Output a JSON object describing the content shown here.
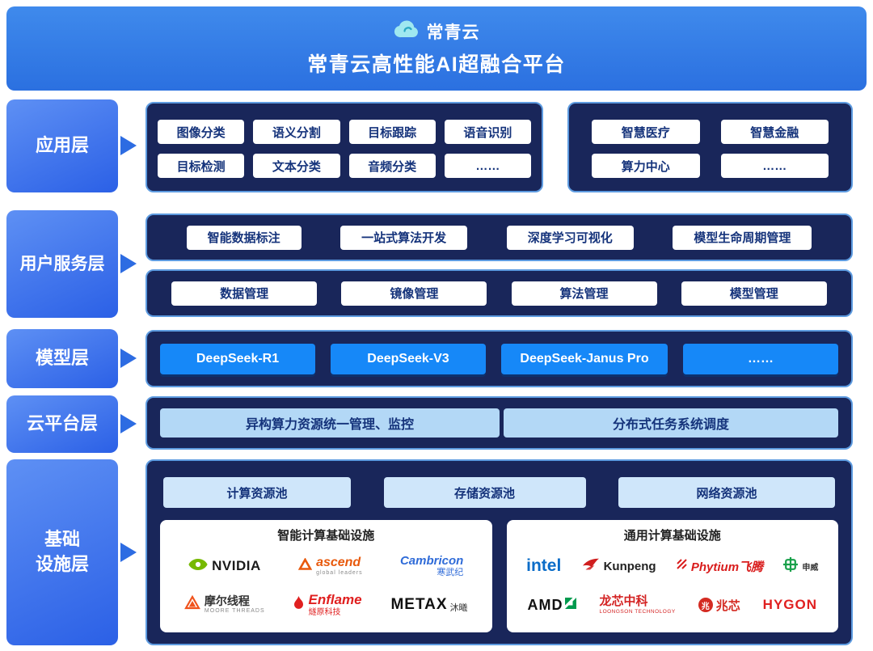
{
  "header": {
    "logo_text": "常青云",
    "title": "常青云高性能AI超融合平台"
  },
  "app_layer": {
    "label": "应用层",
    "left": {
      "rows": [
        [
          "图像分类",
          "语义分割",
          "目标跟踪",
          "语音识别"
        ],
        [
          "目标检测",
          "文本分类",
          "音频分类",
          "……"
        ]
      ]
    },
    "right": {
      "rows": [
        [
          "智慧医疗",
          "智慧金融"
        ],
        [
          "算力中心",
          "……"
        ]
      ]
    }
  },
  "user_layer": {
    "label": "用户服务层",
    "row1": [
      "智能数据标注",
      "一站式算法开发",
      "深度学习可视化",
      "模型生命周期管理"
    ],
    "row2": [
      "数据管理",
      "镜像管理",
      "算法管理",
      "模型管理"
    ]
  },
  "model_layer": {
    "label": "模型层",
    "items": [
      "DeepSeek-R1",
      "DeepSeek-V3",
      "DeepSeek-Janus Pro",
      "……"
    ]
  },
  "cloud_layer": {
    "label": "云平台层",
    "items": [
      "异构算力资源统一管理、监控",
      "分布式任务系统调度"
    ]
  },
  "infra_layer": {
    "label": "基础\n设施层",
    "pools": [
      "计算资源池",
      "存储资源池",
      "网络资源池"
    ],
    "smart": {
      "title": "智能计算基础设施",
      "vendors": [
        {
          "name": "NVIDIA"
        },
        {
          "name": "ascend",
          "sub": "global leaders"
        },
        {
          "name": "Cambricon",
          "sub": "寒武纪"
        },
        {
          "name": "摩尔线程",
          "sub": "MOORE THREADS"
        },
        {
          "name": "Enflame",
          "sub": "燧原科技"
        },
        {
          "name": "METAX",
          "sub": "沐曦"
        }
      ]
    },
    "general": {
      "title": "通用计算基础设施",
      "vendors": [
        {
          "name": "intel"
        },
        {
          "name": "Kunpeng"
        },
        {
          "name": "Phytium飞腾"
        },
        {
          "name": "申威"
        },
        {
          "name": "AMD"
        },
        {
          "name": "龙芯中科",
          "sub": "LOONGSON TECHNOLOGY"
        },
        {
          "name": "兆芯",
          "badge": "兆"
        },
        {
          "name": "HYGON"
        }
      ]
    }
  },
  "colors": {
    "header_blue": "#2f78e6",
    "panel_navy": "#19265a",
    "panel_border": "#5d9be0",
    "chip_text_navy": "#15337b",
    "accent_blue": "#1688f8",
    "light_blue_chip": "#b3d8f6"
  }
}
